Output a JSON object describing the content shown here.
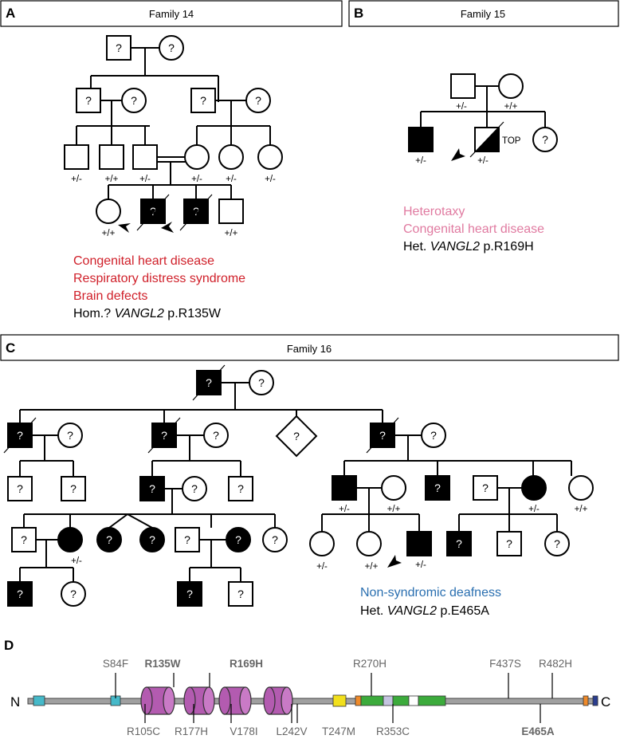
{
  "panels": {
    "a": {
      "letter": "A",
      "title": "Family  14"
    },
    "b": {
      "letter": "B",
      "title": "Family  15"
    },
    "c": {
      "letter": "C",
      "title": "Family  16"
    },
    "d": {
      "letter": "D"
    }
  },
  "symbols": {
    "unknown": "?",
    "het": "+/-",
    "wt": "+/+",
    "top": "TOP"
  },
  "captions": {
    "a": {
      "line1": "Congenital heart disease",
      "line2": "Respiratory distress syndrome",
      "line3": "Brain defects",
      "gen_prefix": "Hom.? ",
      "gene": "VANGL2",
      "variant": " p.R135W"
    },
    "b": {
      "line1": "Heterotaxy",
      "line2": "Congenital heart disease",
      "gen_prefix": "Het. ",
      "gene": "VANGL2",
      "variant": " p.R169H"
    },
    "c": {
      "line1": "Non-syndromic deafness",
      "gen_prefix": "Het. ",
      "gene": "VANGL2",
      "variant": " p.E465A"
    }
  },
  "protein": {
    "n_term": "N",
    "c_term": "C",
    "top": [
      "S84F",
      "R135W",
      "R169H",
      "R270H",
      "F437S",
      "R482H"
    ],
    "bottom": [
      "R105C",
      "R177H",
      "V178I",
      "L242V",
      "T247M",
      "R353C",
      "E465A"
    ]
  },
  "colors": {
    "family14_phenotype": "#d0202a",
    "family15_phenotype": "#e07aa0",
    "family16_phenotype": "#2a6fb0",
    "transmembrane": "#b35bb0",
    "pdz_like": "#3cab3c",
    "backbone": "#a0a0a0"
  }
}
